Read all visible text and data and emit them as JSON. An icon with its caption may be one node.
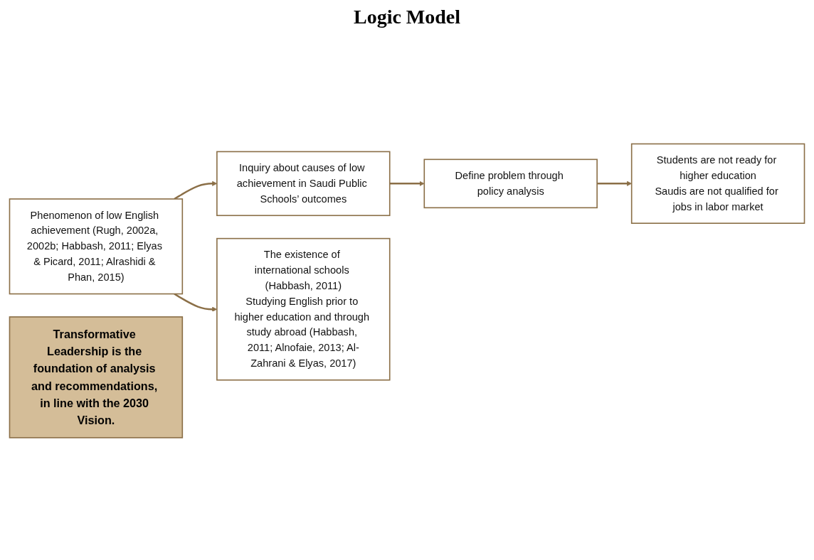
{
  "diagram": {
    "title": "Logic Model",
    "nodes": [
      {
        "text": [
          "Phenomenon of low English achievement (Rugh, 2002a, 2002b; Habbash, 2011; Elyas & Picard, 2011; Alrashidi & Phan, 2015)"
        ]
      },
      {
        "text": [
          "Inquiry about causes of low achievement in Saudi Public Schools’ outcomes"
        ]
      },
      {
        "text": [
          "Define problem through policy analysis"
        ]
      },
      {
        "text": [
          "The existence of international schools (Habbash, 2011)",
          "Studying English prior to higher education and through study abroad (Habbash, 2011; Alnofaie, 2013; Al-Zahrani & Elyas, 2017)"
        ]
      },
      {
        "text": [
          "Students are not ready for higher education",
          "Saudis are not qualified for jobs in labor market"
        ]
      },
      {
        "text": [
          "Transformative Leadership is the foundation of analysis and recommendations, in line with the 2030 Vision."
        ]
      }
    ],
    "edges": [
      {
        "from": 0,
        "to": 1,
        "arrow": "to"
      },
      {
        "from": 1,
        "to": 2,
        "arrow": "to"
      },
      {
        "from": 0,
        "to": 3,
        "arrow": "to"
      },
      {
        "from": 2,
        "to": 4,
        "arrow": "to"
      }
    ]
  }
}
